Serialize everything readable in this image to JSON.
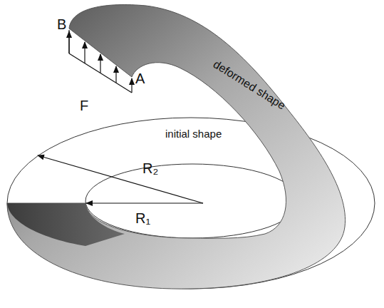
{
  "diagram": {
    "labels": [
      "B",
      "A",
      "F",
      "R₂",
      "R₁",
      "deformed shape",
      "initial shape"
    ]
  }
}
